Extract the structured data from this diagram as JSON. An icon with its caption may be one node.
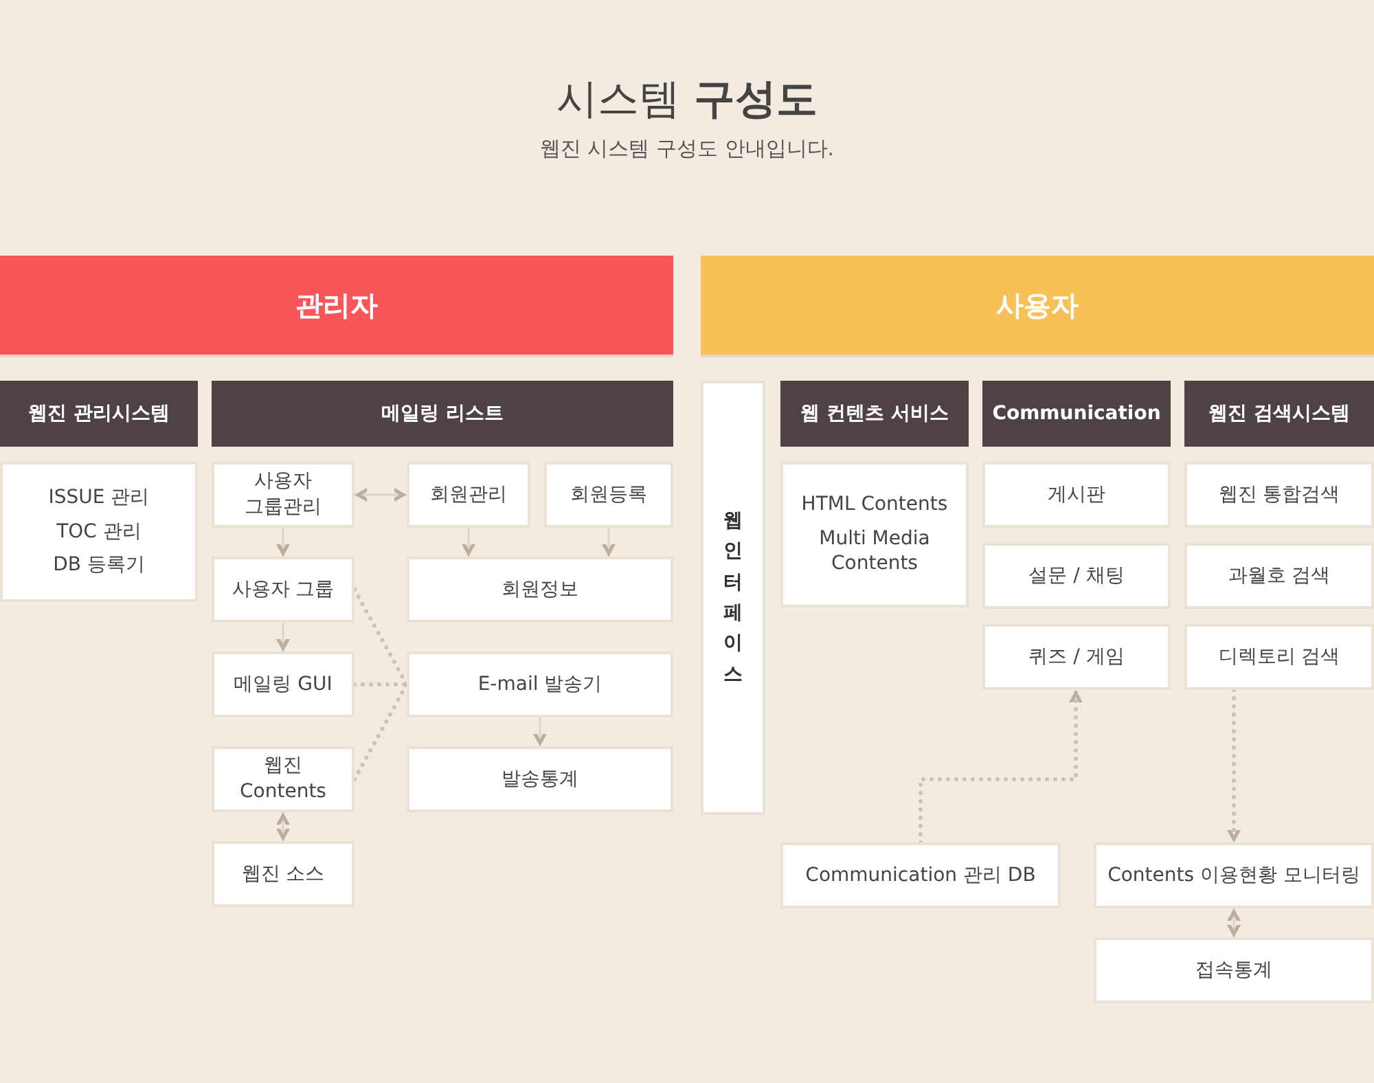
{
  "diagram": {
    "title": "시스템 **구성도**",
    "caption": "웹진 시스템 구성도 안내입니다.",
    "nodes": [
      {
        "text": [
          "관리자"
        ]
      },
      {
        "text": [
          "사용자"
        ]
      },
      {
        "text": [
          "웹진 관리시스템"
        ]
      },
      {
        "text": [
          "메일링 리스트"
        ]
      },
      {
        "text": [
          "ISSUE 관리",
          "TOC 관리",
          "DB 등록기"
        ]
      },
      {
        "text": [
          "사용자 그룹관리"
        ]
      },
      {
        "text": [
          "회원관리"
        ]
      },
      {
        "text": [
          "회원등록"
        ]
      },
      {
        "text": [
          "사용자 그룹"
        ]
      },
      {
        "text": [
          "회원정보"
        ]
      },
      {
        "text": [
          "메일링 GUI"
        ]
      },
      {
        "text": [
          "E-mail 발송기"
        ]
      },
      {
        "text": [
          "웹진 Contents"
        ]
      },
      {
        "text": [
          "발송통계"
        ]
      },
      {
        "text": [
          "웹진 소스"
        ]
      },
      {
        "text": [
          "웹 인터페이스"
        ]
      },
      {
        "text": [
          "웹 컨텐츠 서비스"
        ]
      },
      {
        "text": [
          "Communication"
        ]
      },
      {
        "text": [
          "웹진 검색시스템"
        ]
      },
      {
        "text": [
          "HTML Contents",
          "Multi Media Contents"
        ]
      },
      {
        "text": [
          "게시판"
        ]
      },
      {
        "text": [
          "웹진 통합검색"
        ]
      },
      {
        "text": [
          "설문 / 채팅"
        ]
      },
      {
        "text": [
          "과월호 검색"
        ]
      },
      {
        "text": [
          "퀴즈 / 게임"
        ]
      },
      {
        "text": [
          "디렉토리 검색"
        ]
      },
      {
        "text": [
          "Communication 관리 DB"
        ]
      },
      {
        "text": [
          "Contents 이용현황 모니터링"
        ]
      },
      {
        "text": [
          "접속통계"
        ]
      }
    ],
    "edges": [
      {
        "from": 5,
        "to": 6,
        "arrow": "both"
      },
      {
        "from": 5,
        "to": 8,
        "arrow": "to"
      },
      {
        "from": 6,
        "to": 9,
        "arrow": "to"
      },
      {
        "from": 7,
        "to": 9,
        "arrow": "to"
      },
      {
        "from": 8,
        "to": 10,
        "arrow": "to"
      },
      {
        "from": 8,
        "to": 11,
        "arrow": "none",
        "style": "dashed"
      },
      {
        "from": 10,
        "to": 11,
        "arrow": "none",
        "style": "dashed"
      },
      {
        "from": 12,
        "to": 11,
        "arrow": "none",
        "style": "dashed"
      },
      {
        "from": 11,
        "to": 13,
        "arrow": "to"
      },
      {
        "from": 12,
        "to": 14,
        "arrow": "both"
      },
      {
        "from": 26,
        "to": 24,
        "arrow": "to",
        "style": "dashed"
      },
      {
        "from": 25,
        "to": 27,
        "arrow": "to",
        "style": "dashed"
      },
      {
        "from": 27,
        "to": 28,
        "arrow": "both"
      }
    ]
  }
}
